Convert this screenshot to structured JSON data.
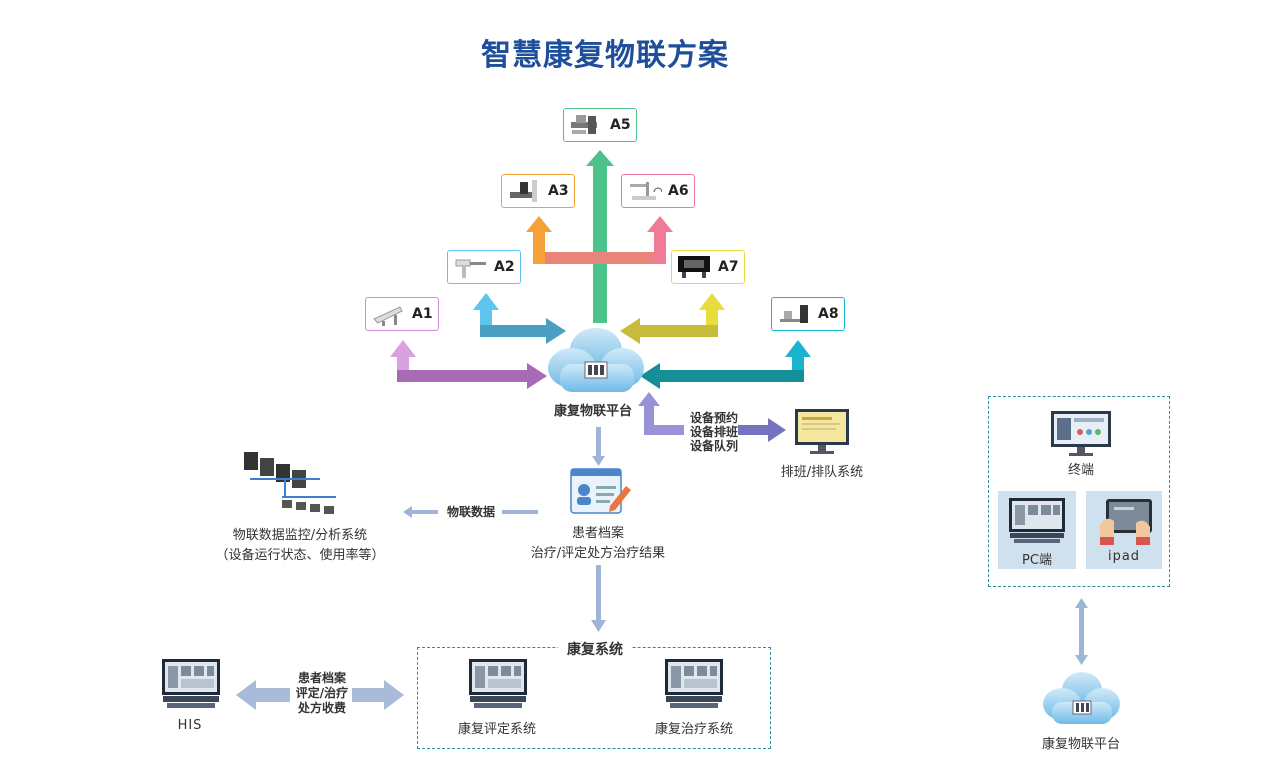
{
  "title": "智慧康复物联方案",
  "devices": {
    "a1": "A1",
    "a2": "A2",
    "a3": "A3",
    "a4": "A5",
    "a6": "A6",
    "a7": "A7",
    "a8": "A8"
  },
  "platform": {
    "label": "康复物联平台"
  },
  "schedule": {
    "item1": "设备预约",
    "item2": "设备排班",
    "item3": "设备队列",
    "system_label": "排班/排队系统"
  },
  "archive": {
    "line1": "患者档案",
    "line2": "治疗/评定处方治疗结果"
  },
  "iot_data": {
    "arrow_label": "物联数据",
    "line1": "物联数据监控/分析系统",
    "line2": "（设备运行状态、使用率等）"
  },
  "rehab": {
    "title": "康复系统",
    "eval": "康复评定系统",
    "treat": "康复治疗系统"
  },
  "his": {
    "label": "HIS",
    "flow1": "患者档案",
    "flow2": "评定/治疗",
    "flow3": "处方收费"
  },
  "terminal": {
    "label": "终端",
    "pc": "PC端",
    "ipad": "ipad",
    "platform_label": "康复物联平台"
  },
  "colors": {
    "title": "#1f4e9a",
    "a1": "#cf8fd6",
    "a2": "#5ec4f0",
    "a3": "#f4a13a",
    "a5": "#4cc38a",
    "a6": "#f07b97",
    "a7": "#e9dc3c",
    "a8": "#19b5cf",
    "dashed": "#2d8f95"
  }
}
